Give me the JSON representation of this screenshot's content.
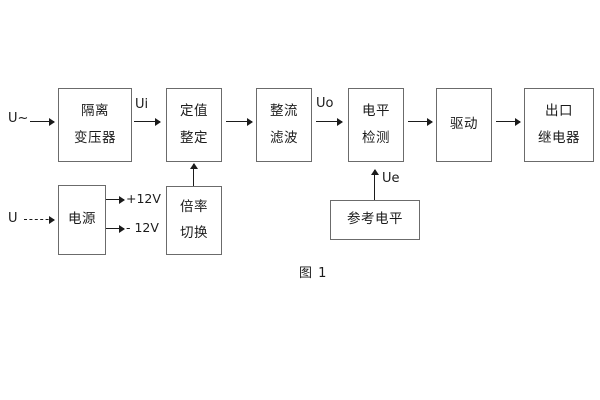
{
  "diagram": {
    "caption": "图 1",
    "blocks": [
      {
        "id": "isolation-transformer",
        "lines": [
          "隔离",
          "变压器"
        ]
      },
      {
        "id": "setting-value",
        "lines": [
          "定值",
          "整定"
        ]
      },
      {
        "id": "rectify-filter",
        "lines": [
          "整流",
          "滤波"
        ]
      },
      {
        "id": "level-detection",
        "lines": [
          "电平",
          "检测"
        ]
      },
      {
        "id": "drive",
        "lines": [
          "驱动"
        ]
      },
      {
        "id": "output-relay",
        "lines": [
          "出口",
          "继电器"
        ]
      },
      {
        "id": "power-supply",
        "lines": [
          "电源"
        ]
      },
      {
        "id": "multiplier-switch",
        "lines": [
          "倍率",
          "切换"
        ]
      },
      {
        "id": "reference-level",
        "lines": [
          "参考电平"
        ]
      }
    ],
    "signals": {
      "ac_input": "U~",
      "dc_input": "U",
      "ui": "Ui",
      "uo": "Uo",
      "ue": "Ue",
      "plus_12v": "+12V",
      "minus_12v": "- 12V"
    }
  }
}
